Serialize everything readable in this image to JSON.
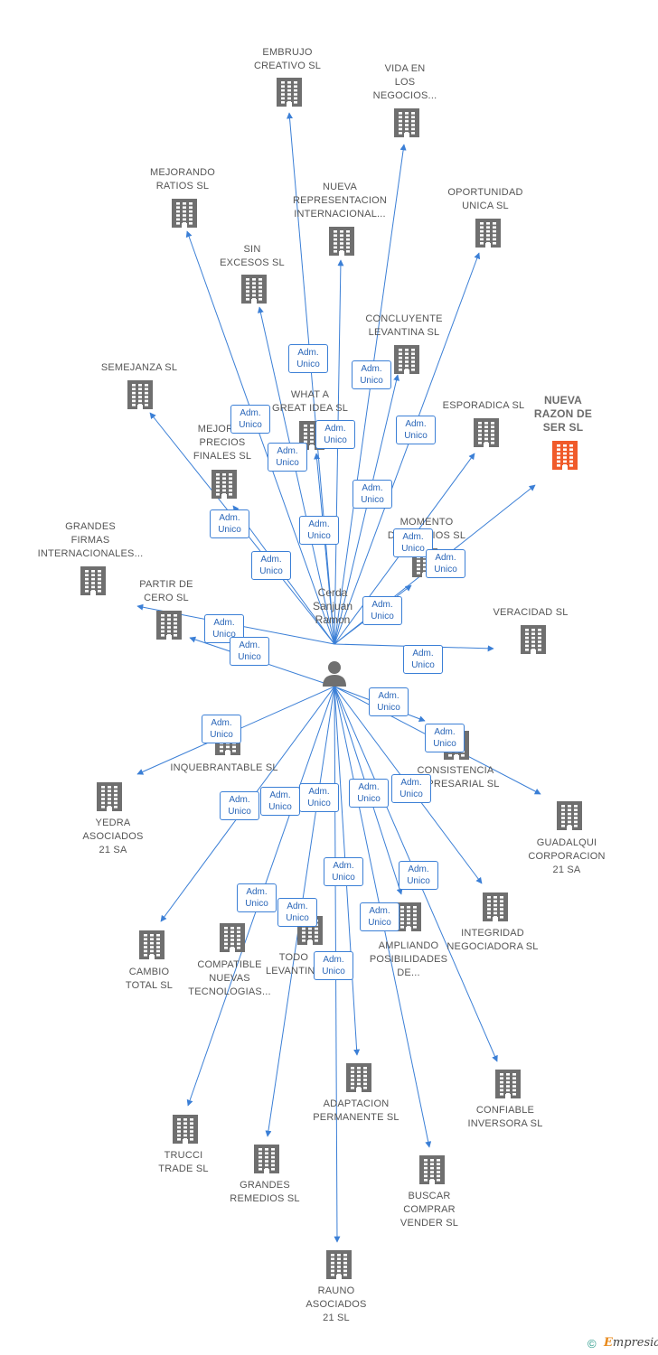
{
  "person": {
    "name": "Cerda\nSanjuan\nRamon"
  },
  "colors": {
    "edge": "#3b7fd6",
    "company": "#6f6f6f",
    "target_company": "#f05a2a"
  },
  "relation_label": "Adm.\nUnico",
  "companies": [
    {
      "id": "embrujo",
      "label": "EMBRUJO\nCREATIVO SL"
    },
    {
      "id": "vida-en-los-negocios",
      "label": "VIDA EN\nLOS\nNEGOCIOS..."
    },
    {
      "id": "mejorando-ratios",
      "label": "MEJORANDO\nRATIOS SL"
    },
    {
      "id": "nueva-representacion",
      "label": "NUEVA\nREPRESENTACION\nINTERNACIONAL..."
    },
    {
      "id": "oportunidad-unica",
      "label": "OPORTUNIDAD\nUNICA SL"
    },
    {
      "id": "sin-excesos",
      "label": "SIN\nEXCESOS SL"
    },
    {
      "id": "concluyente-levantina",
      "label": "CONCLUYENTE\nLEVANTINA SL"
    },
    {
      "id": "semejanza",
      "label": "SEMEJANZA SL"
    },
    {
      "id": "what-a-great-idea",
      "label": "WHAT A\nGREAT IDEA SL"
    },
    {
      "id": "esporadica",
      "label": "ESPORADICA SL"
    },
    {
      "id": "nueva-razon-de-ser",
      "label": "NUEVA\nRAZON DE\nSER SL",
      "target": true
    },
    {
      "id": "mejores-precios-finales",
      "label": "MEJORES\nPRECIOS\nFINALES SL"
    },
    {
      "id": "grandes-firmas",
      "label": "GRANDES\nFIRMAS\nINTERNACIONALES..."
    },
    {
      "id": "momento-dulce",
      "label": "MOMENTO\nDULCE DIOS SL"
    },
    {
      "id": "partir-de-cero",
      "label": "PARTIR DE\nCERO SL"
    },
    {
      "id": "veracidad",
      "label": "VERACIDAD SL"
    },
    {
      "id": "inquebrantable",
      "label": "INQUEBRANTABLE SL"
    },
    {
      "id": "consistencia-empresarial",
      "label": "CONSISTENCIA\nEMPRESARIAL SL"
    },
    {
      "id": "yedra-asociados",
      "label": "YEDRA\nASOCIADOS\n21 SA"
    },
    {
      "id": "guadalqui-corporacion",
      "label": "GUADALQUI\nCORPORACION\n21 SA"
    },
    {
      "id": "integridad-negociadora",
      "label": "INTEGRIDAD\nNEGOCIADORA SL"
    },
    {
      "id": "cambio-total",
      "label": "CAMBIO\nTOTAL SL"
    },
    {
      "id": "compatible-nuevas-tecnologias",
      "label": "COMPATIBLE\nNUEVAS\nTECNOLOGIAS..."
    },
    {
      "id": "todo-levantina",
      "label": "TODO\nLEVANTINA"
    },
    {
      "id": "ampliando-posibilidades",
      "label": "AMPLIANDO\nPOSIBILIDADES\nDE..."
    },
    {
      "id": "confiable-inversora",
      "label": "CONFIABLE\nINVERSORA SL"
    },
    {
      "id": "adaptacion-permanente",
      "label": "ADAPTACION\nPERMANENTE SL"
    },
    {
      "id": "trucci-trade",
      "label": "TRUCCI\nTRADE SL"
    },
    {
      "id": "grandes-remedios",
      "label": "GRANDES\nREMEDIOS SL"
    },
    {
      "id": "buscar-comprar-vender",
      "label": "BUSCAR\nCOMPRAR\nVENDER SL"
    },
    {
      "id": "rauno-asociados",
      "label": "RAUNO\nASOCIADOS\n21 SL"
    }
  ],
  "footer": {
    "copyright_symbol": "©",
    "brand_first_letter": "E",
    "brand_rest": "mpresia"
  }
}
